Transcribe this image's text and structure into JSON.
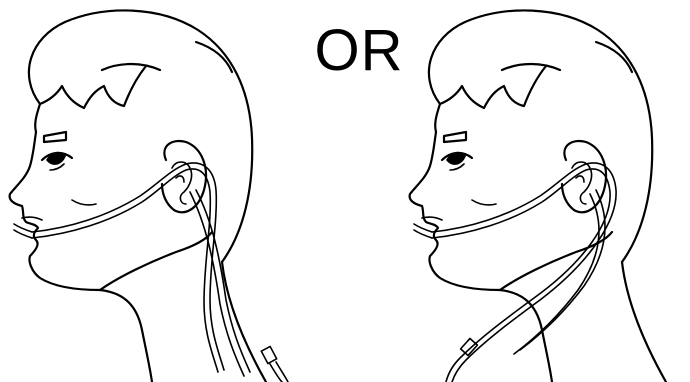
{
  "separator": {
    "label": "OR"
  },
  "figures": [
    {
      "id": "over-ears-tubing-down-back"
    },
    {
      "id": "over-ears-tubing-under-chin"
    }
  ],
  "ink_color": "#000000",
  "background_color": "#ffffff"
}
